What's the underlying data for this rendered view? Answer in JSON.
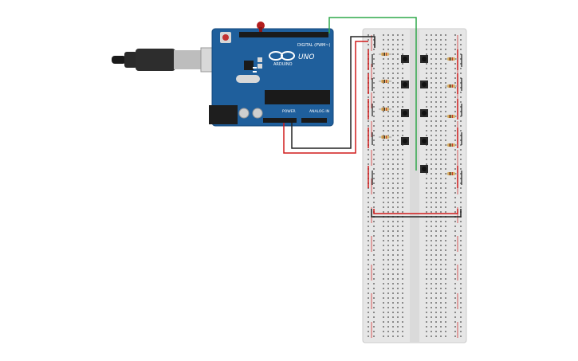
{
  "colors": {
    "background": "#ffffff",
    "board": "#1f5f9c",
    "board_edge": "#164a7c",
    "breadboard": "#e6e6e6",
    "hole": "#8a8a8a",
    "wire_red": "#d11b1b",
    "wire_black": "#222222",
    "wire_green": "#2fa84a",
    "resistor": "#d9b56b",
    "led": "#b31d1d"
  },
  "arduino": {
    "logo_text": "ARDUINO",
    "model_text": "UNO",
    "digital_label": "DIGITAL (PWM~)",
    "power_label": "POWER",
    "analog_label": "ANALOG IN"
  },
  "breadboard": {
    "button_count": 9,
    "resistor_count": 9
  }
}
